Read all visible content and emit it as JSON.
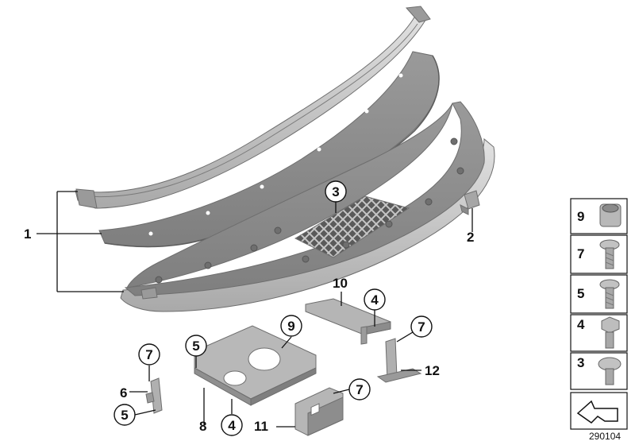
{
  "diagram_id": "290104",
  "callouts": {
    "c1": "1",
    "c2": "2",
    "c3": "3",
    "c4a": "4",
    "c4b": "4",
    "c5a": "5",
    "c5b": "5",
    "c6": "6",
    "c7a": "7",
    "c7b": "7",
    "c7c": "7",
    "c8": "8",
    "c9": "9",
    "c10": "10",
    "c11": "11",
    "c12": "12"
  },
  "legend": {
    "items": [
      "9",
      "7",
      "5",
      "4",
      "3"
    ],
    "icons": [
      "cap-nut-icon",
      "torx-screw-icon",
      "phillips-screw-icon",
      "hex-bolt-washer-icon",
      "pan-head-screw-icon"
    ]
  },
  "colors": {
    "part_fill": "#8f8f8f",
    "part_dark": "#6e6e6e",
    "part_light": "#c8c8c8",
    "line": "#111111"
  }
}
